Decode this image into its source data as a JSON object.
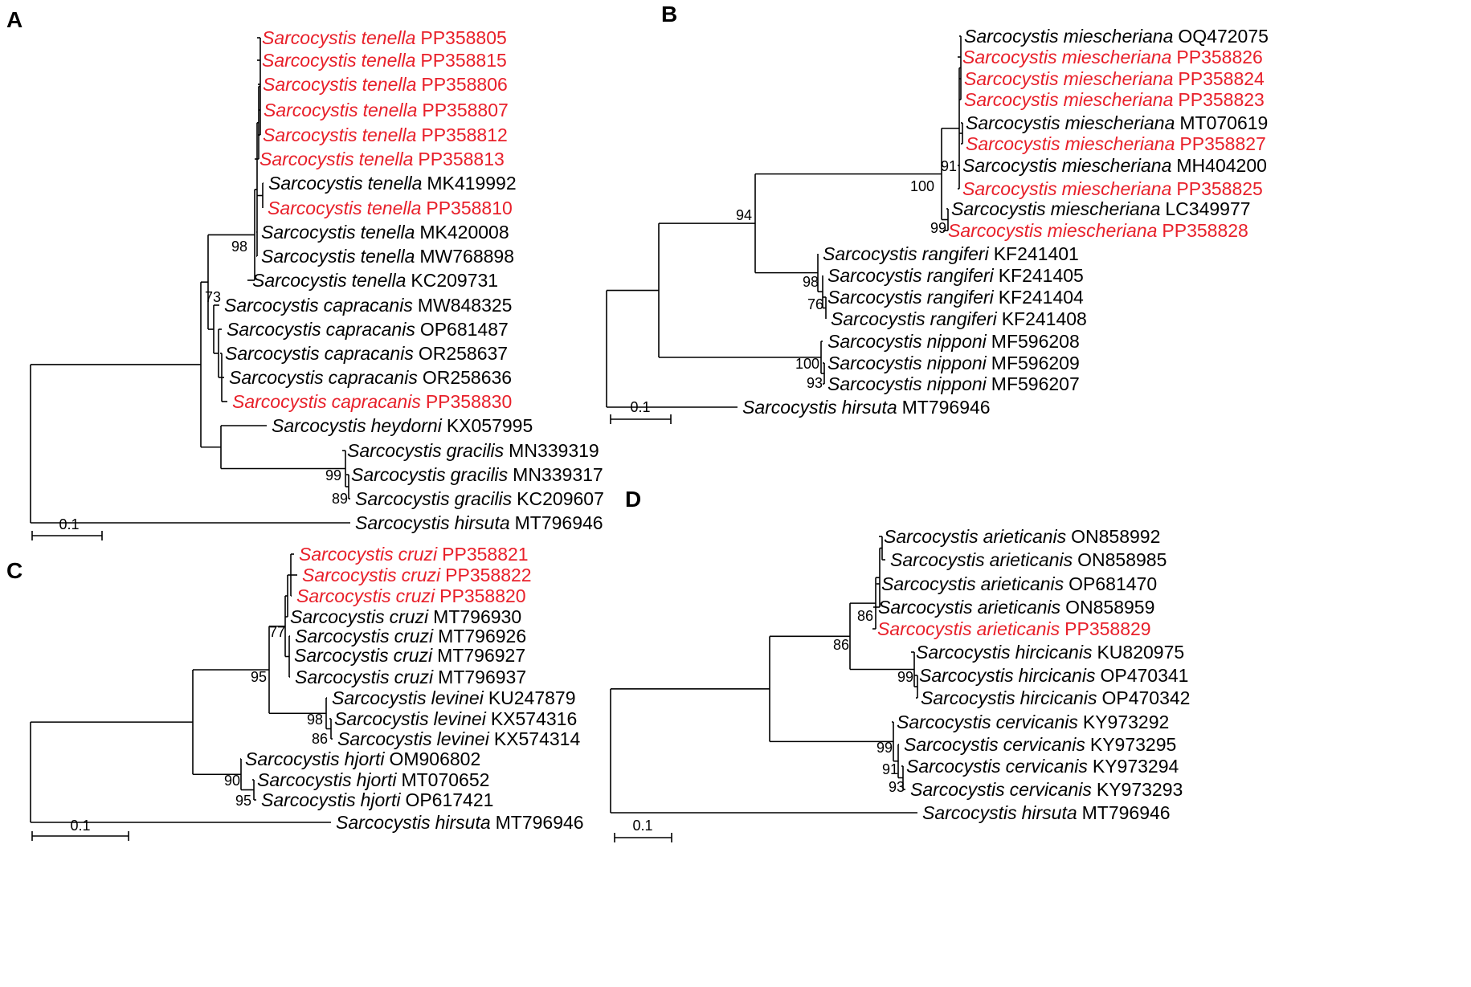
{
  "colors": {
    "highlight": "#e8202a",
    "normal": "#000000"
  },
  "panels": [
    {
      "label": "A",
      "scale_label": "0.1",
      "leaves": [
        {
          "genus": "Sarcocystis",
          "species": "tenella",
          "acc": "PP358805",
          "hl": true
        },
        {
          "genus": "Sarcocystis",
          "species": "tenella",
          "acc": "PP358815",
          "hl": true
        },
        {
          "genus": "Sarcocystis",
          "species": "tenella",
          "acc": "PP358806",
          "hl": true
        },
        {
          "genus": "Sarcocystis",
          "species": "tenella",
          "acc": "PP358807",
          "hl": true
        },
        {
          "genus": "Sarcocystis",
          "species": "tenella",
          "acc": "PP358812",
          "hl": true
        },
        {
          "genus": "Sarcocystis",
          "species": "tenella",
          "acc": "PP358813",
          "hl": true
        },
        {
          "genus": "Sarcocystis",
          "species": "tenella",
          "acc": "MK419992",
          "hl": false
        },
        {
          "genus": "Sarcocystis",
          "species": "tenella",
          "acc": "PP358810",
          "hl": true
        },
        {
          "genus": "Sarcocystis",
          "species": "tenella",
          "acc": "MK420008",
          "hl": false
        },
        {
          "genus": "Sarcocystis",
          "species": "tenella",
          "acc": "MW768898",
          "hl": false
        },
        {
          "genus": "Sarcocystis",
          "species": "tenella",
          "acc": "KC209731",
          "hl": false
        },
        {
          "genus": "Sarcocystis",
          "species": "capracanis",
          "acc": "MW848325",
          "hl": false
        },
        {
          "genus": "Sarcocystis",
          "species": "capracanis",
          "acc": "OP681487",
          "hl": false
        },
        {
          "genus": "Sarcocystis",
          "species": "capracanis",
          "acc": "OR258637",
          "hl": false
        },
        {
          "genus": "Sarcocystis",
          "species": "capracanis",
          "acc": "OR258636",
          "hl": false
        },
        {
          "genus": "Sarcocystis",
          "species": "capracanis",
          "acc": "PP358830",
          "hl": true
        },
        {
          "genus": "Sarcocystis",
          "species": "heydorni",
          "acc": "KX057995",
          "hl": false
        },
        {
          "genus": "Sarcocystis",
          "species": "gracilis",
          "acc": "MN339319",
          "hl": false
        },
        {
          "genus": "Sarcocystis",
          "species": "gracilis",
          "acc": "MN339317",
          "hl": false
        },
        {
          "genus": "Sarcocystis",
          "species": "gracilis",
          "acc": "KC209607",
          "hl": false
        },
        {
          "genus": "Sarcocystis",
          "species": "hirsuta",
          "acc": "MT796946",
          "hl": false
        }
      ],
      "bootstraps": [
        "98",
        "73",
        "99",
        "89"
      ]
    },
    {
      "label": "B",
      "scale_label": "0.1",
      "leaves": [
        {
          "genus": "Sarcocystis",
          "species": "miescheriana",
          "acc": "OQ472075",
          "hl": false
        },
        {
          "genus": "Sarcocystis",
          "species": "miescheriana",
          "acc": "PP358826",
          "hl": true
        },
        {
          "genus": "Sarcocystis",
          "species": "miescheriana",
          "acc": "PP358824",
          "hl": true
        },
        {
          "genus": "Sarcocystis",
          "species": "miescheriana",
          "acc": "PP358823",
          "hl": true
        },
        {
          "genus": "Sarcocystis",
          "species": "miescheriana",
          "acc": "MT070619",
          "hl": false
        },
        {
          "genus": "Sarcocystis",
          "species": "miescheriana",
          "acc": "PP358827",
          "hl": true
        },
        {
          "genus": "Sarcocystis",
          "species": "miescheriana",
          "acc": "MH404200",
          "hl": false
        },
        {
          "genus": "Sarcocystis",
          "species": "miescheriana",
          "acc": "PP358825",
          "hl": true
        },
        {
          "genus": "Sarcocystis",
          "species": "miescheriana",
          "acc": "LC349977",
          "hl": false
        },
        {
          "genus": "Sarcocystis",
          "species": "miescheriana",
          "acc": "PP358828",
          "hl": true
        },
        {
          "genus": "Sarcocystis",
          "species": "rangiferi",
          "acc": "KF241401",
          "hl": false
        },
        {
          "genus": "Sarcocystis",
          "species": "rangiferi",
          "acc": "KF241405",
          "hl": false
        },
        {
          "genus": "Sarcocystis",
          "species": "rangiferi",
          "acc": "KF241404",
          "hl": false
        },
        {
          "genus": "Sarcocystis",
          "species": "rangiferi",
          "acc": "KF241408",
          "hl": false
        },
        {
          "genus": "Sarcocystis",
          "species": "nipponi",
          "acc": "MF596208",
          "hl": false
        },
        {
          "genus": "Sarcocystis",
          "species": "nipponi",
          "acc": "MF596209",
          "hl": false
        },
        {
          "genus": "Sarcocystis",
          "species": "nipponi",
          "acc": "MF596207",
          "hl": false
        },
        {
          "genus": "Sarcocystis",
          "species": "hirsuta",
          "acc": "MT796946",
          "hl": false
        }
      ],
      "bootstraps": [
        "91",
        "100",
        "94",
        "99",
        "98",
        "76",
        "100",
        "93"
      ]
    },
    {
      "label": "C",
      "scale_label": "0.1",
      "leaves": [
        {
          "genus": "Sarcocystis",
          "species": "cruzi",
          "acc": "PP358821",
          "hl": true
        },
        {
          "genus": "Sarcocystis",
          "species": "cruzi",
          "acc": "PP358822",
          "hl": true
        },
        {
          "genus": "Sarcocystis",
          "species": "cruzi",
          "acc": "PP358820",
          "hl": true
        },
        {
          "genus": "Sarcocystis",
          "species": "cruzi",
          "acc": "MT796930",
          "hl": false
        },
        {
          "genus": "Sarcocystis",
          "species": "cruzi",
          "acc": "MT796926",
          "hl": false
        },
        {
          "genus": "Sarcocystis",
          "species": "cruzi",
          "acc": "MT796927",
          "hl": false
        },
        {
          "genus": "Sarcocystis",
          "species": "cruzi",
          "acc": "MT796937",
          "hl": false
        },
        {
          "genus": "Sarcocystis",
          "species": "levinei",
          "acc": "KU247879",
          "hl": false
        },
        {
          "genus": "Sarcocystis",
          "species": "levinei",
          "acc": "KX574316",
          "hl": false
        },
        {
          "genus": "Sarcocystis",
          "species": "levinei",
          "acc": "KX574314",
          "hl": false
        },
        {
          "genus": "Sarcocystis",
          "species": "hjorti",
          "acc": "OM906802",
          "hl": false
        },
        {
          "genus": "Sarcocystis",
          "species": "hjorti",
          "acc": "MT070652",
          "hl": false
        },
        {
          "genus": "Sarcocystis",
          "species": "hjorti",
          "acc": "OP617421",
          "hl": false
        },
        {
          "genus": "Sarcocystis",
          "species": "hirsuta",
          "acc": "MT796946",
          "hl": false
        }
      ],
      "bootstraps": [
        "77",
        "95",
        "98",
        "86",
        "90",
        "95"
      ]
    },
    {
      "label": "D",
      "scale_label": "0.1",
      "leaves": [
        {
          "genus": "Sarcocystis",
          "species": "arieticanis",
          "acc": "ON858992",
          "hl": false
        },
        {
          "genus": "Sarcocystis",
          "species": "arieticanis",
          "acc": "ON858985",
          "hl": false
        },
        {
          "genus": "Sarcocystis",
          "species": "arieticanis",
          "acc": "OP681470",
          "hl": false
        },
        {
          "genus": "Sarcocystis",
          "species": "arieticanis",
          "acc": "ON858959",
          "hl": false
        },
        {
          "genus": "Sarcocystis",
          "species": "arieticanis",
          "acc": "PP358829",
          "hl": true
        },
        {
          "genus": "Sarcocystis",
          "species": "hircicanis",
          "acc": "KU820975",
          "hl": false
        },
        {
          "genus": "Sarcocystis",
          "species": "hircicanis",
          "acc": "OP470341",
          "hl": false
        },
        {
          "genus": "Sarcocystis",
          "species": "hircicanis",
          "acc": "OP470342",
          "hl": false
        },
        {
          "genus": "Sarcocystis",
          "species": "cervicanis",
          "acc": "KY973292",
          "hl": false
        },
        {
          "genus": "Sarcocystis",
          "species": "cervicanis",
          "acc": "KY973295",
          "hl": false
        },
        {
          "genus": "Sarcocystis",
          "species": "cervicanis",
          "acc": "KY973294",
          "hl": false
        },
        {
          "genus": "Sarcocystis",
          "species": "cervicanis",
          "acc": "KY973293",
          "hl": false
        },
        {
          "genus": "Sarcocystis",
          "species": "hirsuta",
          "acc": "MT796946",
          "hl": false
        }
      ],
      "bootstraps": [
        "86",
        "86",
        "99",
        "99",
        "91",
        "93"
      ]
    }
  ]
}
